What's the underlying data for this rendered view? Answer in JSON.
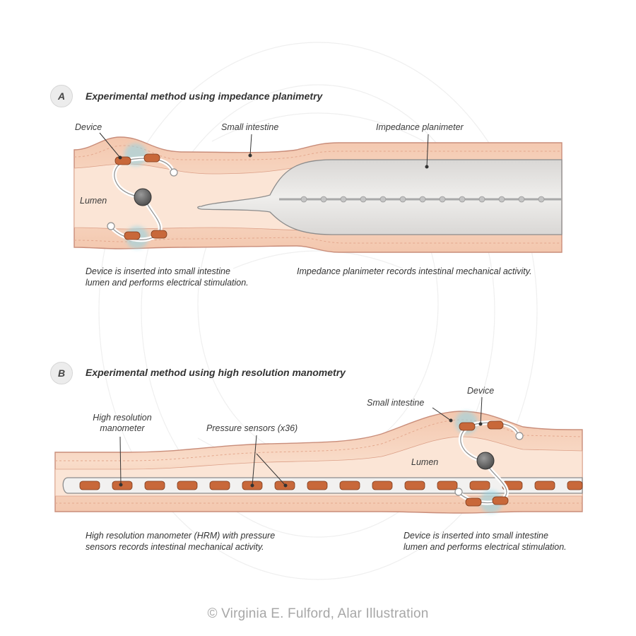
{
  "colors": {
    "tissue": "#f6d3bd",
    "tissue_stroke": "#c98d7a",
    "lumen_band": "#fbe5d6",
    "sensor": "#c8683a",
    "probe": "#e4e4e4",
    "spark": "#8fd6e8",
    "watermark": "#efefef"
  },
  "panel_a": {
    "letter": "A",
    "title": "Experimental method using impedance planimetry",
    "labels": {
      "device": "Device",
      "small_intestine": "Small intestine",
      "impedance_planimeter": "Impedance planimeter",
      "lumen": "Lumen"
    },
    "caption_left": "Device is inserted into small intestine\nlumen and performs electrical stimulation.",
    "caption_right": "Impedance planimeter records intestinal mechanical activity."
  },
  "panel_b": {
    "letter": "B",
    "title": "Experimental method using high resolution manometry",
    "labels": {
      "hrm": "High resolution\nmanometer",
      "pressure_sensors": "Pressure sensors (x36)",
      "small_intestine": "Small intestine",
      "device": "Device",
      "lumen": "Lumen"
    },
    "caption_left": "High resolution manometer (HRM) with pressure\nsensors records intestinal mechanical activity.",
    "caption_right": "Device is inserted into small intestine\nlumen and performs electrical stimulation."
  },
  "credit": "© Virginia E. Fulford, Alar Illustration"
}
